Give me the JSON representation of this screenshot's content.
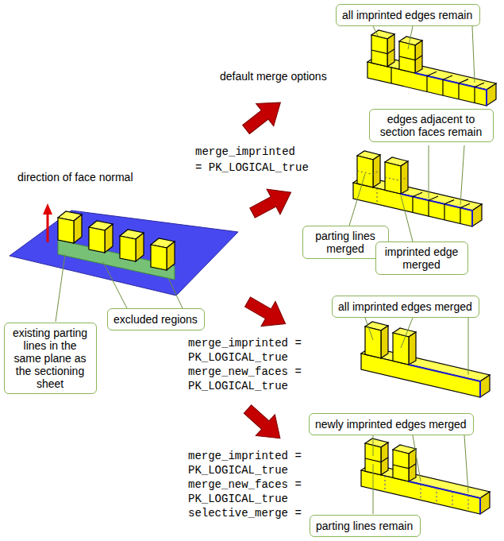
{
  "diagram": {
    "nodes": [
      {
        "text": [
          "all imprinted edges remain"
        ]
      },
      {
        "text": [
          "edges adjacent to section faces remain"
        ]
      },
      {
        "text": [
          "parting lines merged"
        ]
      },
      {
        "text": [
          "imprinted edge merged"
        ]
      },
      {
        "text": [
          "all imprinted edges merged"
        ]
      },
      {
        "text": [
          "excluded regions"
        ]
      },
      {
        "text": [
          "existing parting lines in the same plane as the sectioning sheet"
        ]
      },
      {
        "text": [
          "newly imprinted edges merged"
        ]
      },
      {
        "text": [
          "parting lines remain"
        ]
      }
    ],
    "labels": [
      "default merge options",
      "merge_imprinted",
      "= PK_LOGICAL_true",
      "direction of face normal",
      "merge_imprinted =",
      "PK_LOGICAL_true",
      "merge_new_faces =",
      "PK_LOGICAL_true",
      "merge_imprinted =",
      "PK_LOGICAL_true",
      "merge_new_faces =",
      "PK_LOGICAL_true",
      "selective_merge ="
    ]
  }
}
